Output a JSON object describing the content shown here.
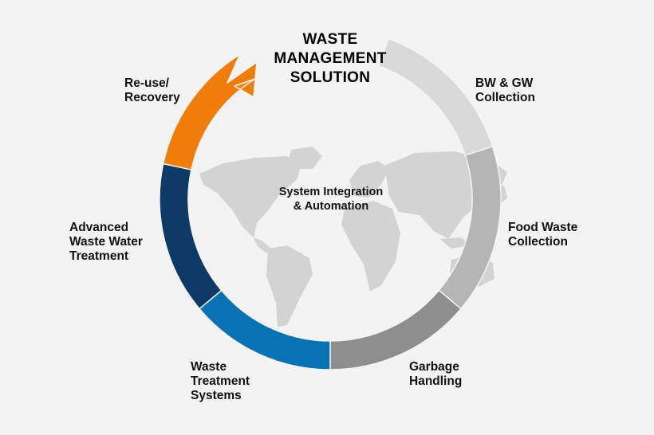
{
  "title": "WASTE\nMANAGEMENT\nSOLUTION",
  "center_text": "System Integration\n& Automation",
  "segments": [
    {
      "label": "BW & GW\nCollection",
      "color": "#d9d9d9"
    },
    {
      "label": "Food Waste\nCollection",
      "color": "#b5b5b5"
    },
    {
      "label": "Garbage\nHandling",
      "color": "#8e8e8e"
    },
    {
      "label": "Waste\nTreatment\nSystems",
      "color": "#0a72b3"
    },
    {
      "label": "Advanced\nWaste Water\nTreatment",
      "color": "#0d3a66"
    },
    {
      "label": "Re-use/\nRecovery",
      "color": "#f07c0a"
    }
  ],
  "map_color": "#d3d3d3"
}
